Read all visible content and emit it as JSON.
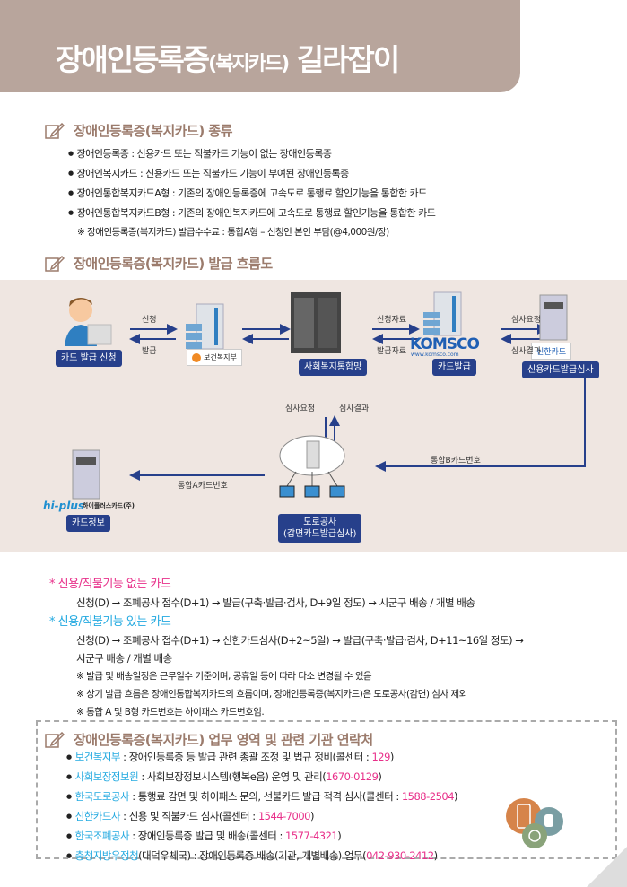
{
  "title": {
    "main": "장애인등록증",
    "paren": "(복지카드)",
    "tail": " 길라잡이"
  },
  "section1": {
    "heading": "장애인등록증(복지카드) 종류",
    "items": [
      "장애인등록증 : 신용카드 또는 직불카드 기능이 없는 장애인등록증",
      "장애인복지카드 : 신용카드 또는 직불카드 기능이 부여된 장애인등록증",
      "장애인통합복지카드A형 : 기존의 장애인등록증에 고속도로 통행료 할인기능을 통합한 카드",
      "장애인통합복지카드B형 : 기존의 장애인복지카드에 고속도로 통행료 할인기능을 통합한 카드"
    ],
    "note": "※ 장애인등록증(복지카드) 발급수수료 : 통합A형 – 신청인 본인 부담(@4,000원/장)"
  },
  "section2": {
    "heading": "장애인등록증(복지카드) 발급 흐름도"
  },
  "flow": {
    "nodes": {
      "applicant": "카드 발급 신청",
      "mohw_logo": "보건복지부",
      "welfare_net": "사회복지통합망",
      "komsco": "카드발급",
      "komsco_logo": "KOMSCO",
      "komsco_url": "www.komsco.com",
      "shinhan_logo": "신한카드",
      "shinhan": "신용카드발급심사",
      "hiplus_logo": "hi-plus",
      "hiplus_name": "하이플러스카드(주)",
      "hiplus": "카드정보",
      "expressway": "도로공사",
      "expressway_sub": "(감면카드발급심사)"
    },
    "arrows": {
      "apply": "신청",
      "issue": "발급",
      "apply_data": "신청자료",
      "issue_data": "발급자료",
      "review_req": "심사요청",
      "review_res": "심사결과",
      "review_req2": "심사요청",
      "review_res2": "심사결과",
      "b_number": "통합B카드번호",
      "a_number": "통합A카드번호"
    }
  },
  "process": {
    "no_credit_title": "* 신용/직불기능 없는 카드",
    "no_credit_steps": "신청(D) → 조폐공사 접수(D+1) → 발급(구축·발급·검사, D+9일 정도) → 시군구 배송 / 개별 배송",
    "credit_title": "* 신용/직불기능 있는 카드",
    "credit_steps_1": "신청(D) → 조폐공사 접수(D+1) → 신한카드심사(D+2~5일) → 발급(구축·발급·검사, D+11~16일 정도) →",
    "credit_steps_2": "시군구 배송 / 개별 배송",
    "notes": [
      "※ 발급 및 배송일정은 근무일수 기준이며, 공휴일 등에 따라 다소 변경될 수 있음",
      "※ 상기 발급 흐름은 장애인통합복지카드의 흐름이며, 장애인등록증(복지카드)은 도로공사(감면) 심사 제외",
      "※ 통합 A 및 B형 카드번호는 하이패스 카드번호임."
    ]
  },
  "section3": {
    "heading": "장애인등록증(복지카드) 업무 영역 및 관련 기관 연락처",
    "items": [
      {
        "org": "보건복지부",
        "desc": " : 장애인등록증 등 발급 관련 총괄 조정 및 법규 정비(콜센터 : ",
        "phone": "129",
        "end": ")"
      },
      {
        "org": "사회보장정보원",
        "desc": " : 사회보장정보시스템(행복e음) 운영 및 관리(",
        "phone": "1670-0129",
        "end": ")"
      },
      {
        "org": "한국도로공사",
        "desc": " : 통행료 감면 및 하이패스 문의, 선불카드 발급 적격 심사(콜센터 : ",
        "phone": "1588-2504",
        "end": ")"
      },
      {
        "org": "신한카드사",
        "desc": " : 신용 및 직불카드 심사(콜센터 : ",
        "phone": "1544-7000",
        "end": ")"
      },
      {
        "org": "한국조폐공사",
        "desc": " : 장애인등록증 발급 및 배송(콜센터 : ",
        "phone": "1577-4321",
        "end": ")"
      },
      {
        "org": "충청지방우정청",
        "desc": "(대덕우체국) : 장애인등록증 배송(기관, 개별배송) 업무(",
        "phone": "042-930-2412",
        "end": ")"
      }
    ]
  },
  "colors": {
    "header": "#b8a59c",
    "heading": "#9b7b6c",
    "label": "#27408b",
    "pink": "#e8308a",
    "cyan": "#22a9e0",
    "flow_bg": "#efe6e1"
  }
}
